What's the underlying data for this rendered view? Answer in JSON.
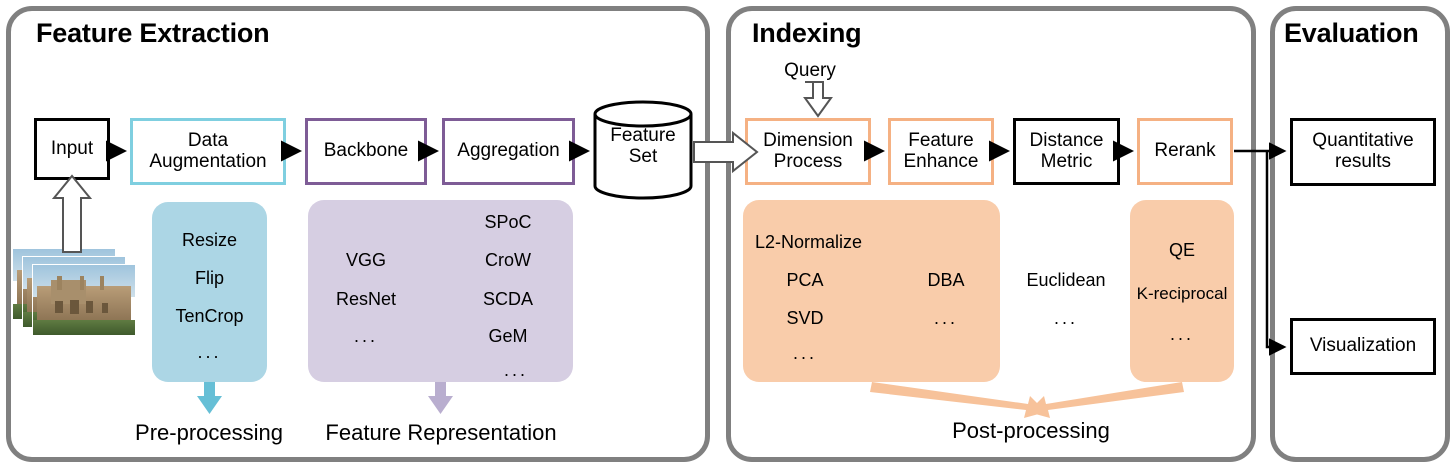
{
  "panels": [
    {
      "title": "Feature Extraction"
    },
    {
      "title": "Indexing"
    },
    {
      "title": "Evaluation"
    }
  ],
  "feature_extraction": {
    "nodes": {
      "input": "Input",
      "data_augmentation": "Data\nAugmentation",
      "data_augmentation_l1": "Data",
      "data_augmentation_l2": "Augmentation",
      "backbone": "Backbone",
      "aggregation": "Aggregation",
      "feature_set_l1": "Feature",
      "feature_set_l2": "Set"
    },
    "preprocessing_pool": {
      "items": [
        "Resize",
        "Flip",
        "TenCrop",
        "..."
      ],
      "color": "#ACD6E5"
    },
    "backbone_pool": {
      "items": [
        "VGG",
        "ResNet",
        "..."
      ]
    },
    "aggregation_pool": {
      "items": [
        "SPoC",
        "CroW",
        "SCDA",
        "GeM",
        "..."
      ],
      "color": "#D6CEE2"
    },
    "captions": {
      "preprocessing": "Pre-processing",
      "feature_representation": "Feature Representation"
    }
  },
  "indexing": {
    "query_label": "Query",
    "nodes": {
      "dimension_process_l1": "Dimension",
      "dimension_process_l2": "Process",
      "feature_enhance_l1": "Feature",
      "feature_enhance_l2": "Enhance",
      "distance_metric_l1": "Distance",
      "distance_metric_l2": "Metric",
      "rerank": "Rerank"
    },
    "dimension_pool": {
      "items": [
        "L2-Normalize",
        "PCA",
        "SVD",
        "..."
      ],
      "color": "#F9CCAA"
    },
    "enhance_pool": {
      "items": [
        "DBA",
        "..."
      ]
    },
    "metric_items": [
      "Euclidean",
      "..."
    ],
    "rerank_pool": {
      "items": [
        "QE",
        "K-reciprocal",
        "..."
      ],
      "color": "#F9CCAA"
    },
    "caption": "Post-processing"
  },
  "evaluation": {
    "nodes": {
      "quantitative_l1": "Quantitative",
      "quantitative_l2": "results",
      "visualization": "Visualization"
    }
  },
  "colors": {
    "panel_border": "#808080",
    "blue_border": "#7FCFE0",
    "purple_border": "#7E5C96",
    "orange_border": "#F5B183",
    "blue_fill": "#ACD6E5",
    "purple_fill": "#D6CEE2",
    "orange_fill": "#F9CCAA",
    "arrow_black": "#000000"
  }
}
